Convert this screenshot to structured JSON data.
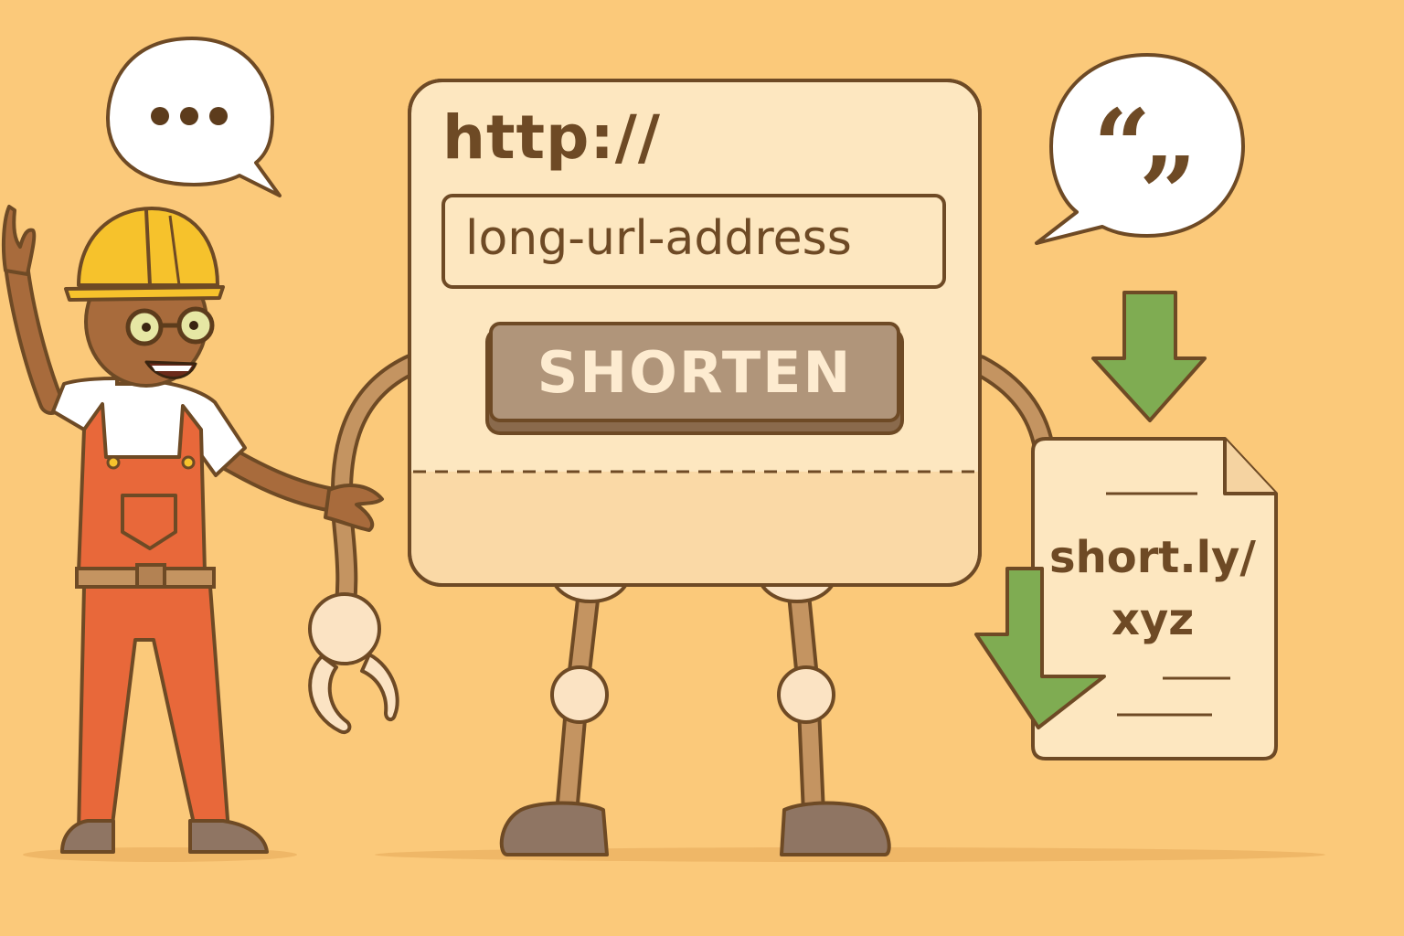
{
  "shortener": {
    "protocol_label": "http://",
    "url_field_value": "long-url-address",
    "shorten_label": "SHORTEN"
  },
  "result": {
    "short_url_line1": "short.ly/",
    "short_url_line2": "xyz"
  },
  "colors": {
    "background": "#fbc97a",
    "outline": "#6e4a25",
    "card": "#fde7c0",
    "button": "#b0957a",
    "arrow": "#7fac52",
    "helmet": "#f6c22c",
    "overalls": "#e8683a"
  },
  "icons": [
    "ellipsis-speech-bubble-icon",
    "quote-speech-bubble-icon",
    "down-arrow-icon",
    "document-icon",
    "hard-hat-icon"
  ]
}
